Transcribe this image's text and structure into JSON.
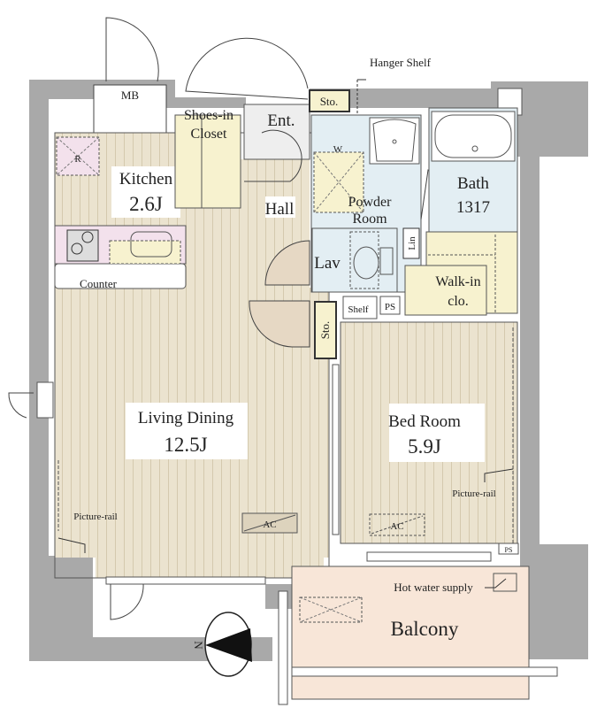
{
  "plan": {
    "rooms": {
      "living": {
        "name": "Living Dining",
        "size": "12.5J"
      },
      "bedroom": {
        "name": "Bed Room",
        "size": "5.9J"
      },
      "kitchen": {
        "name": "Kitchen",
        "size": "2.6J"
      },
      "hall": "Hall",
      "powder": {
        "line1": "Powder",
        "line2": "Room"
      },
      "bath": {
        "name": "Bath",
        "size": "1317"
      },
      "lav": "Lav",
      "walkin": {
        "line1": "Walk-in",
        "line2": "clo."
      },
      "entrance": "Ent.",
      "shoes": {
        "line1": "Shoes-in",
        "line2": "Closet"
      },
      "balcony": "Balcony",
      "mb": "MB"
    },
    "labels": {
      "hanger_shelf": "Hanger Shelf",
      "sto_top": "Sto.",
      "sto_hall": "Sto.",
      "shelf": "Shelf",
      "ps": "PS",
      "ps_bed": "PS",
      "lin": "Lin",
      "refrigerator": "R",
      "washer": "W",
      "counter": "Counter",
      "picture_rail_living": "Picture-rail",
      "picture_rail_bed": "Picture-rail",
      "ac_living": "AC",
      "ac_bed": "AC",
      "hot_water": "Hot water supply",
      "north": "N"
    },
    "colors": {
      "wall": "#a9a9a9",
      "floor": "#ebe3cf",
      "wet": "#e3eef3",
      "storage": "#f7f2cf",
      "kitchen_counter": "#f3e1ec",
      "balcony": "#f8e6d8",
      "entrance": "#eeeeee"
    }
  }
}
